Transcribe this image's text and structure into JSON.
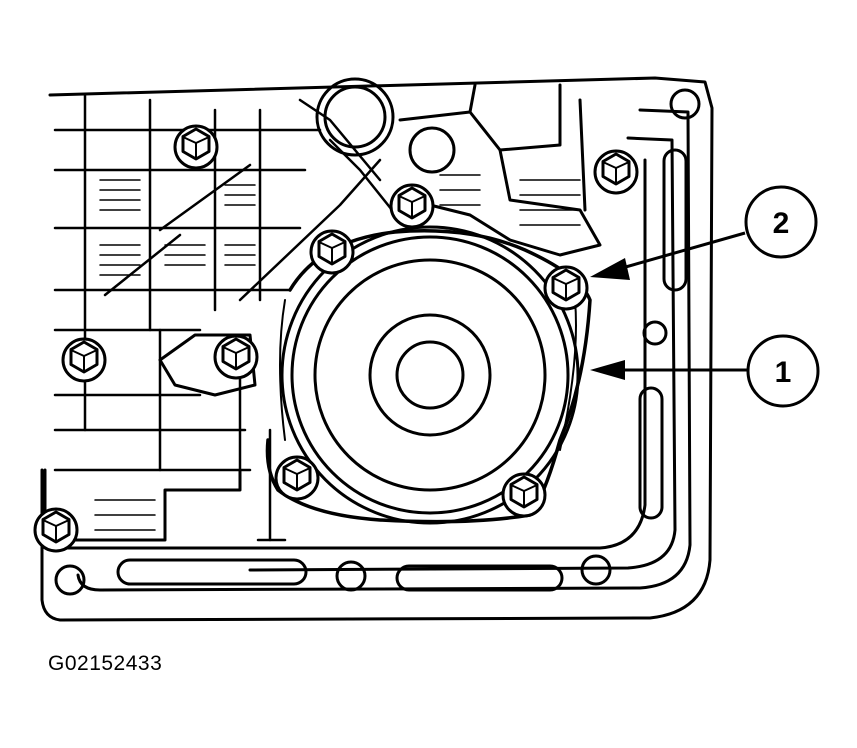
{
  "figure": {
    "id_label": "G02152433",
    "callouts": [
      {
        "number": "1",
        "points_to": "servo-cover-gasket"
      },
      {
        "number": "2",
        "points_to": "servo-cover-bolt"
      }
    ]
  },
  "colors": {
    "ink": "#000000",
    "paper": "#ffffff"
  }
}
